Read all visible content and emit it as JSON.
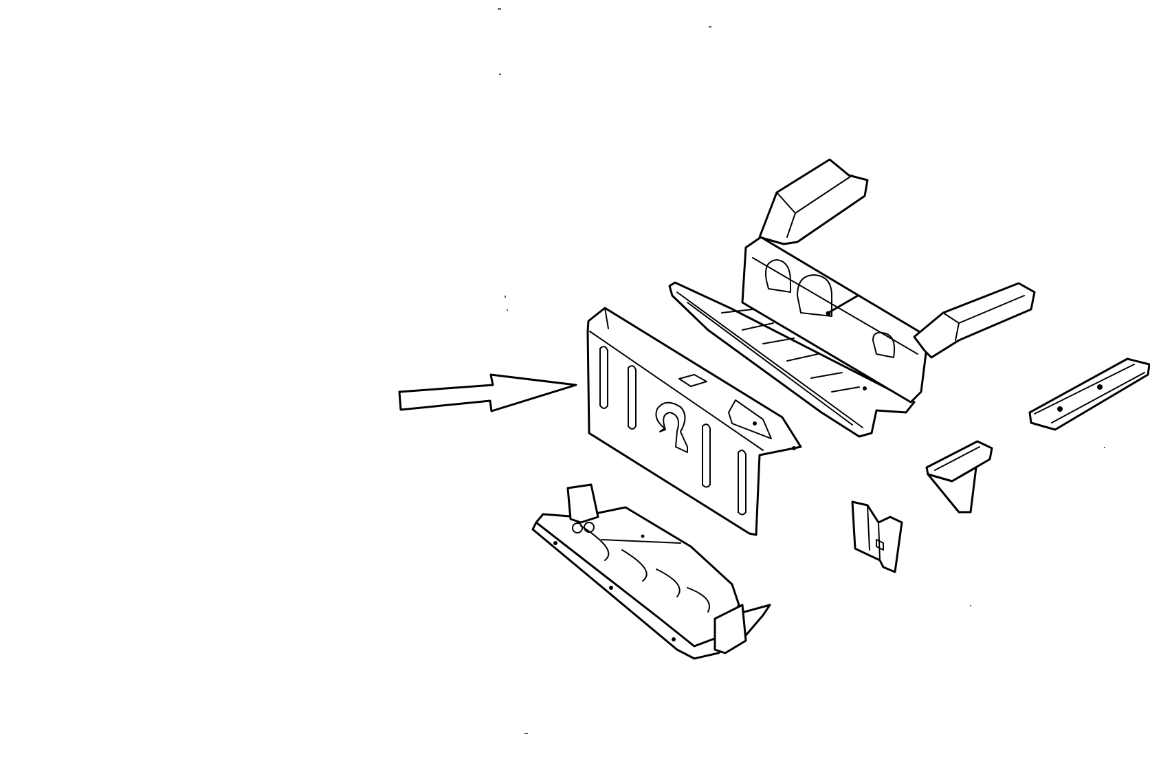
{
  "diagram": {
    "type": "exploded-view line drawing",
    "background": "#ffffff",
    "line_color": "#000000",
    "labels": [],
    "parts": [
      {
        "name": "rear-crossmember-frame",
        "icon": "frame-crossmember-drawing"
      },
      {
        "name": "rear-back-panel",
        "icon": "panel-drawing",
        "highlighted": true
      },
      {
        "name": "rear-floor-pan",
        "icon": "floor-pan-drawing"
      },
      {
        "name": "side-rail-bracket",
        "icon": "rail-bracket-drawing"
      },
      {
        "name": "gusset-bracket",
        "icon": "gusset-drawing"
      },
      {
        "name": "corner-bracket",
        "icon": "corner-bracket-drawing"
      }
    ],
    "indicator": {
      "name": "pointer-arrow",
      "icon": "arrow-right-icon",
      "points_to": "rear-back-panel"
    }
  }
}
